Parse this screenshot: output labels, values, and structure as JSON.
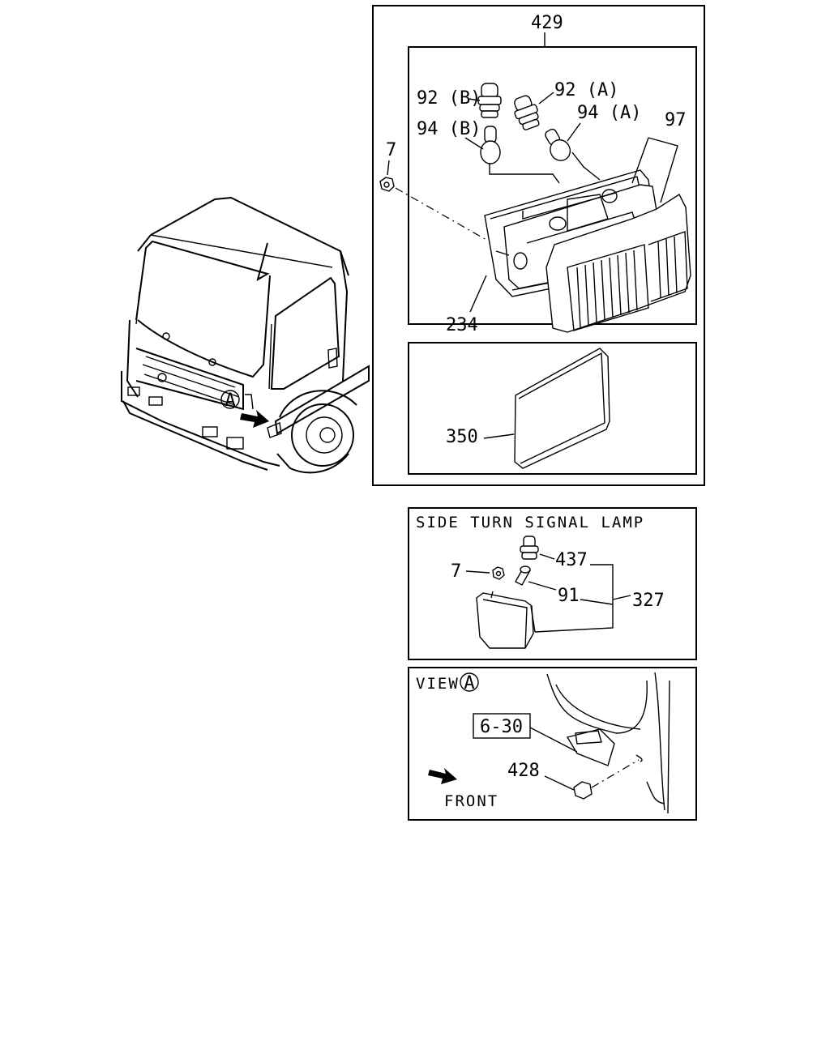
{
  "callouts": {
    "assembly_429": "429",
    "bulb_92b": "92 (B)",
    "bulb_92a": "92 (A)",
    "bulb_94b": "94 (B)",
    "bulb_94a": "94 (A)",
    "lens_97": "97",
    "nut_7_top": "7",
    "gasket_234": "234",
    "pad_350": "350",
    "nut_7_side": "7",
    "socket_437": "437",
    "bulb_91": "91",
    "lamp_327": "327",
    "ref_6_30": "6-30",
    "grommet_428": "428"
  },
  "panels": {
    "side_turn_title": "SIDE TURN SIGNAL LAMP",
    "view_title": "VIEW",
    "view_marker": "A",
    "front_label": "FRONT"
  },
  "truck": {
    "view_marker": "A"
  }
}
